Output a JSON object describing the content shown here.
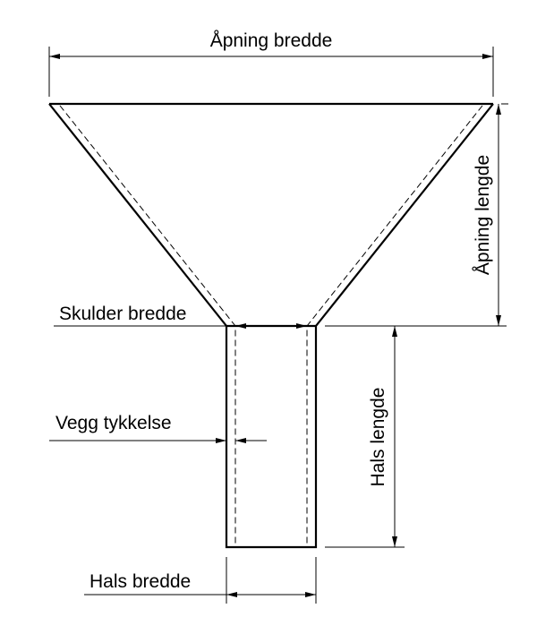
{
  "labels": {
    "opening_width": "Åpning bredde",
    "opening_length": "Åpning lengde",
    "shoulder_width": "Skulder bredde",
    "wall_thickness": "Vegg tykkelse",
    "neck_length": "Hals lengde",
    "neck_width": "Hals bredde"
  }
}
